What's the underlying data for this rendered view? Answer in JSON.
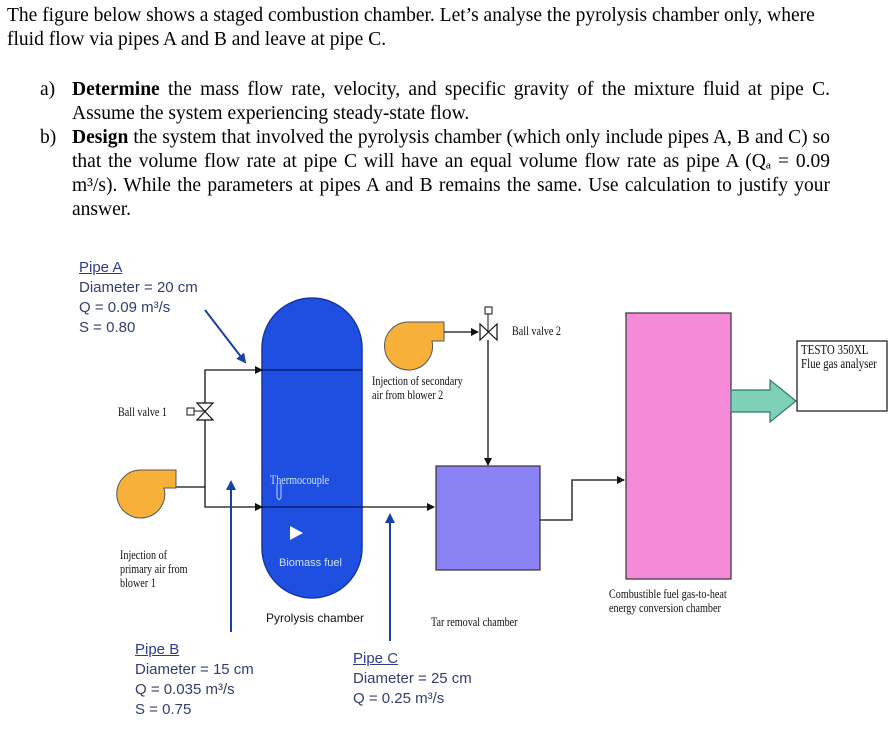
{
  "question": {
    "intro": "The figure below shows a staged combustion chamber. Let’s analyse the pyrolysis chamber only, where fluid flow via pipes A and B and leave at pipe C.",
    "parts": [
      {
        "label": "a)",
        "keyword": "Determine",
        "text": " the mass flow rate, velocity, and specific gravity of the mixture fluid at pipe C. Assume the system experiencing steady-state flow."
      },
      {
        "label": "b)",
        "keyword": "Design",
        "text": " the system that involved the pyrolysis chamber (which only include pipes A, B and C) so that the volume flow rate at pipe C will have an equal volume flow rate as pipe A (Qₐ = 0.09 m³/s). While the parameters at pipes A and B remains the same. Use calculation to justify your answer."
      }
    ]
  },
  "diagram": {
    "pipe_a": {
      "title": "Pipe A",
      "diameter": "Diameter = 20 cm",
      "q": "Q = 0.09 m³/s",
      "s": "S = 0.80"
    },
    "pipe_b": {
      "title": "Pipe B",
      "diameter": "Diameter = 15 cm",
      "q": "Q = 0.035 m³/s",
      "s": "S = 0.75"
    },
    "pipe_c": {
      "title": "Pipe C",
      "diameter": "Diameter = 25 cm",
      "q": "Q = 0.25 m³/s"
    },
    "ball_valve_1": "Ball valve 1",
    "ball_valve_2": "Ball valve 2",
    "injection_secondary": "Injection of secondary air from blower 2",
    "injection_primary": "Injection of primary air from blower 1",
    "thermocouple": "Thermocouple",
    "biomass_fuel": "Biomass fuel",
    "pyrolysis_chamber": "Pyrolysis chamber",
    "tar_removal_chamber": "Tar removal chamber",
    "conversion_chamber": "Combustible fuel gas-to-heat energy conversion chamber",
    "analyser": "TESTO 350XL Flue gas analyser",
    "colors": {
      "pyrolysis": "#1f4fe0",
      "tar": "#8b82f5",
      "conversion": "#f58ad6",
      "blower": "#f7b13a",
      "arrow_out": "#7fd0b8"
    }
  }
}
